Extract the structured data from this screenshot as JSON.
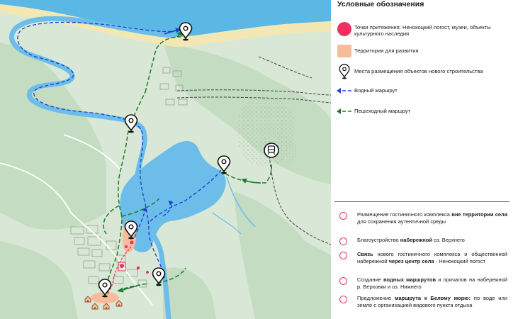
{
  "legend": {
    "title": "Условные обозначения",
    "items": [
      {
        "symbol": "pink-dot",
        "text": "Точки притяжения: Ненокоцкий погост, музеи, объекты культурного наследия"
      },
      {
        "symbol": "orange-square",
        "text": "Территории для развития"
      },
      {
        "symbol": "pin",
        "text": "Места размещения объектов нового строительства"
      },
      {
        "symbol": "blue-arrow",
        "text": "Водный маршрут"
      },
      {
        "symbol": "green-arrow",
        "text": "Пешеходный маршрут"
      }
    ]
  },
  "measures": [
    {
      "parts": [
        {
          "t": "Размещение гостиничного комплекса "
        },
        {
          "t": "вне территории села",
          "b": true
        },
        {
          "t": " для сохранения аутентичной среды"
        }
      ]
    },
    {
      "parts": [
        {
          "t": "Благоустройство "
        },
        {
          "t": "набережной",
          "b": true
        },
        {
          "t": " оз. Верхнего"
        }
      ]
    },
    {
      "parts": [
        {
          "t": "Связь",
          "b": true
        },
        {
          "t": " нового гостиничного комплекса и общественной набережной "
        },
        {
          "t": "через центр села",
          "b": true
        },
        {
          "t": " - Ненокоцкий погост"
        }
      ]
    },
    {
      "parts": [
        {
          "t": "Создание "
        },
        {
          "t": "водных маршрутов",
          "b": true
        },
        {
          "t": " и причалов на набережной р. Верховки и оз. Нижнего"
        }
      ]
    },
    {
      "parts": [
        {
          "t": "Предложение "
        },
        {
          "t": "маршрута к Белому морю:",
          "b": true
        },
        {
          "t": " по воде или земле с организацией видового пункта отдыха"
        }
      ]
    }
  ],
  "colors": {
    "sea": "#5bb7e4",
    "water": "#6cbde9",
    "beach": "#f3e7b4",
    "land": "#d9e8d6",
    "forest": "#c4dcc2",
    "pink": "#ef2f61",
    "orange": "#f6bc9b",
    "blue_route": "#1a3fd1",
    "green_route": "#1f7a2c",
    "measure_circle": "#e8375f"
  },
  "icons": [
    "map-pin-icon",
    "train-icon",
    "house-icon"
  ]
}
